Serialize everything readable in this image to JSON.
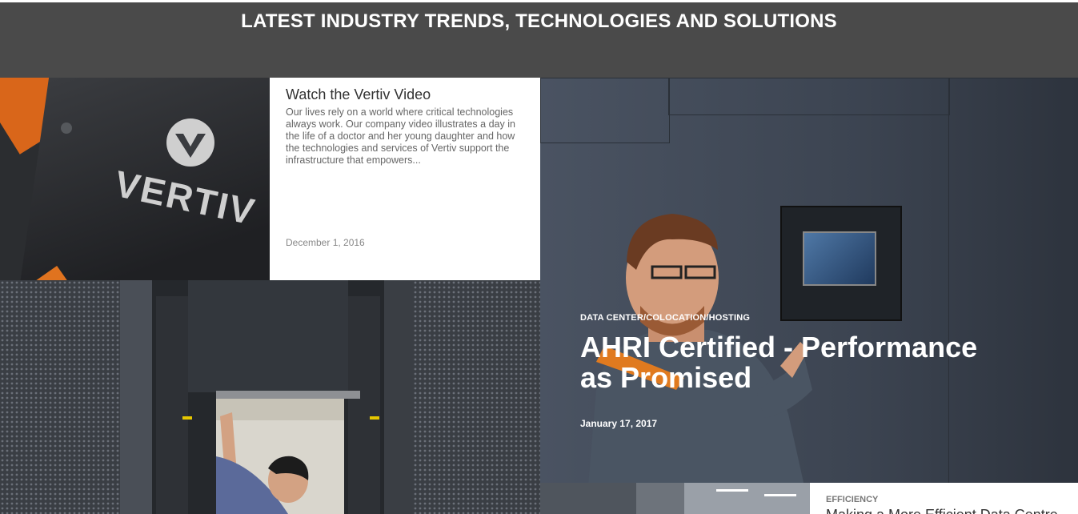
{
  "header": {
    "title": "LATEST INDUSTRY TRENDS, TECHNOLOGIES AND SOLUTIONS"
  },
  "tiles": {
    "shirt": {
      "logo_text": "VERTIV"
    },
    "video_card": {
      "title": "Watch the Vertiv Video",
      "excerpt": "Our lives rely on a world where critical technologies always work. Our company video illustrates a day in the life of a doctor and her young daughter and how the technologies and services of Vertiv support the infrastructure that empowers...",
      "date": "December 1, 2016"
    },
    "hero": {
      "category": "DATA CENTER/COLOCATION/HOSTING",
      "title": "AHRI Certified - Performance as Promised",
      "date": "January 17, 2017"
    },
    "efficiency_card": {
      "category": "EFFICIENCY",
      "title": "Making a More Efficient Data Centre"
    }
  },
  "colors": {
    "header_bg": "#4a4a4a",
    "brand_orange": "#d9661a"
  }
}
